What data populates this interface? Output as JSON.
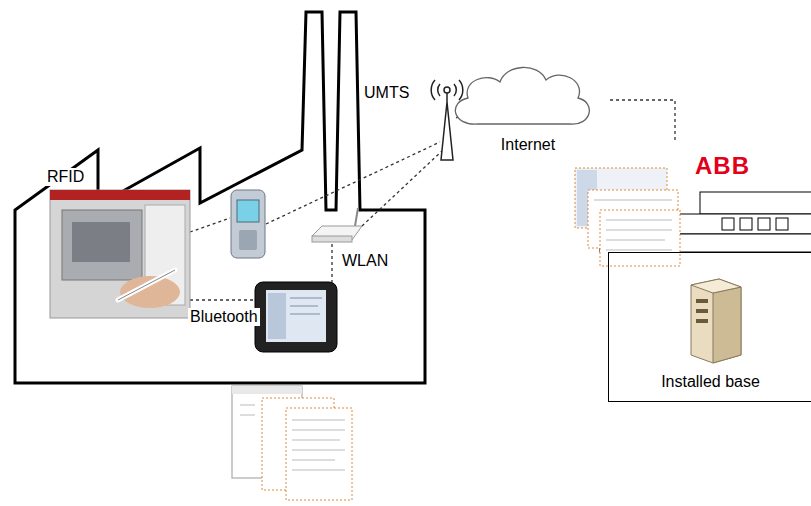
{
  "diagram": {
    "nodes": [
      {
        "text": [
          "Internet"
        ]
      },
      {
        "text": [
          "ABB"
        ]
      },
      {
        "text": [
          "Installed base"
        ]
      }
    ],
    "edges": [
      {
        "from": 0,
        "to": 1,
        "arrow": "none"
      }
    ],
    "labels": [
      "RFID",
      "UMTS",
      "WLAN",
      "Bluetooth"
    ]
  }
}
